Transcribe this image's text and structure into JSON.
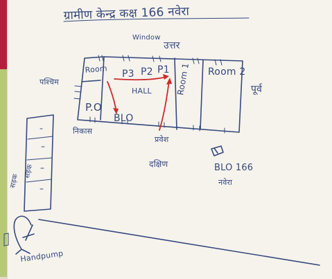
{
  "document": {
    "heading": "ग्रामीण केन्द्र कक्ष 166 नवेरा",
    "window_label": "Window",
    "north_label": "उत्तर",
    "west_label": "पश्चिम",
    "east_label": "पूर्व",
    "south_label": "दक्षिण",
    "entry_label": "प्रवेश",
    "exit_label": "निकास",
    "room_left": "Room",
    "p3": "P3",
    "p2": "P2",
    "p1": "P1",
    "hall": "HALL",
    "po": "P.O",
    "blo": "BLO",
    "room1": "Room 1",
    "room2": "Room 2",
    "booth_number": "BLO 166",
    "booth_name": "नवेरा",
    "road_label": "सड़क",
    "handpump": "Handpump"
  }
}
